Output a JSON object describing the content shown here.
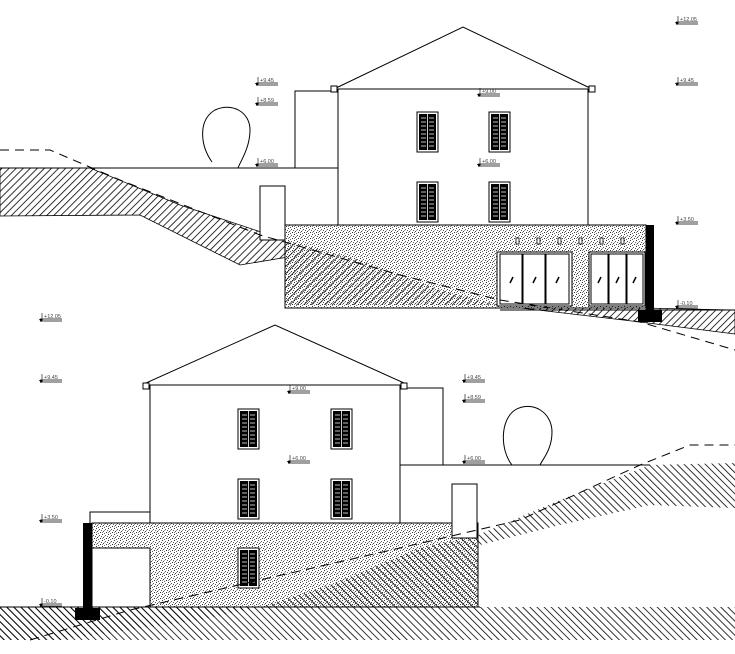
{
  "drawing": {
    "top_elevation": {
      "levels": [
        "+12.05",
        "+9.45",
        "+9.45",
        "+8.59",
        "+6.00",
        "+9.00",
        "+6.00",
        "+3.50",
        "-0.10"
      ]
    },
    "bottom_elevation": {
      "levels": [
        "+12.05",
        "+9.45",
        "+3.50",
        "-0.10",
        "+9.00",
        "+6.00",
        "+9.45",
        "+8.59",
        "+6.00"
      ]
    },
    "colors": {
      "line": "#000000",
      "background": "#ffffff",
      "label": "#444444"
    }
  }
}
